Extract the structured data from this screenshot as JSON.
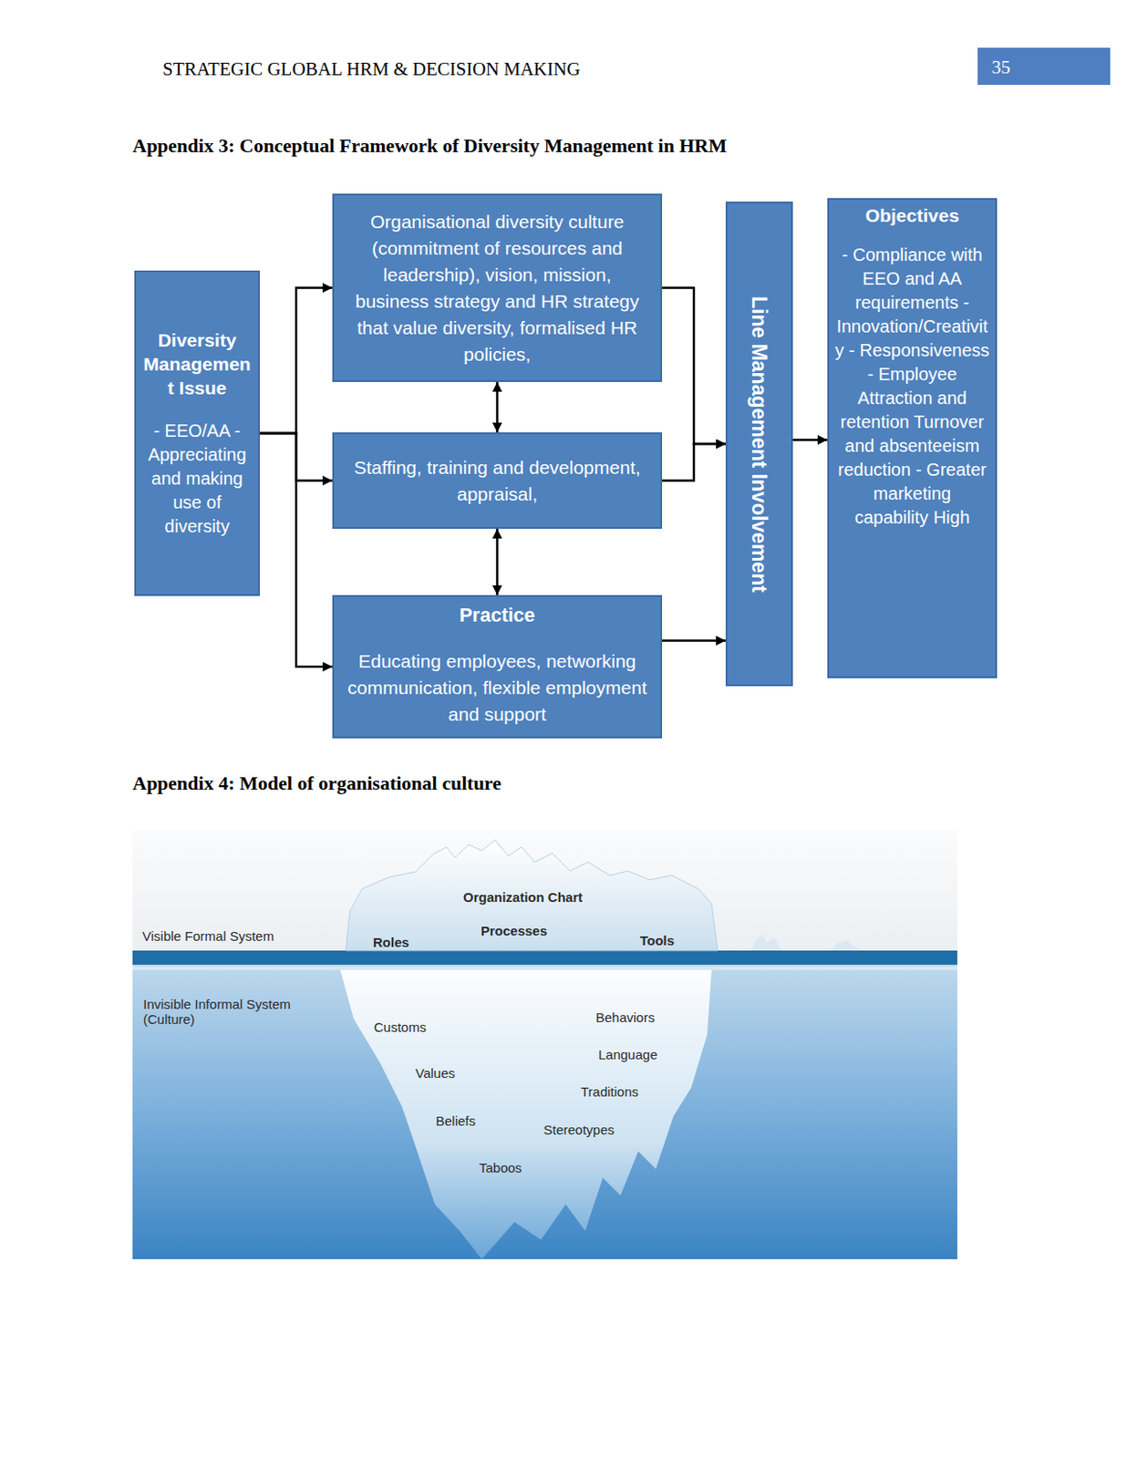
{
  "diagram": {
    "title": "Appendix 3: Conceptual Framework of Diversity Management in HRM",
    "nodes": [
      {
        "text": [
          "Diversity Management Issue",
          "- EEO/AA - Appreciating and making use of diversity"
        ]
      },
      {
        "text": [
          "Organisational diversity culture (commitment of resources and leadership), vision, mission, business strategy and HR strategy that value diversity, formalised HR policies,"
        ]
      },
      {
        "text": [
          "Staffing, training and development, appraisal,"
        ]
      },
      {
        "text": [
          "Practice",
          "Educating employees, networking communication, flexible employment and support"
        ]
      },
      {
        "text": [
          "Line Management Involvement"
        ]
      },
      {
        "text": [
          "Objectives",
          "- Compliance with EEO and AA requirements - Innovation/Creativity - Responsiveness - Employee Attraction and retention Turnover and absenteeism reduction - Greater marketing capability High"
        ]
      }
    ],
    "edges": [
      {
        "from": 0,
        "to": 1,
        "arrow": "to"
      },
      {
        "from": 0,
        "to": 2,
        "arrow": "to"
      },
      {
        "from": 0,
        "to": 3,
        "arrow": "to"
      },
      {
        "from": 1,
        "to": 2,
        "arrow": "both"
      },
      {
        "from": 2,
        "to": 3,
        "arrow": "both"
      },
      {
        "from": 1,
        "to": 4,
        "arrow": "to"
      },
      {
        "from": 2,
        "to": 4,
        "arrow": "to"
      },
      {
        "from": 3,
        "to": 4,
        "arrow": "to"
      },
      {
        "from": 4,
        "to": 5,
        "arrow": "to"
      }
    ],
    "labels": [
      "STRATEGIC GLOBAL HRM & DECISION MAKING",
      "35",
      "Appendix 4: Model of organisational culture",
      "Visible Formal System",
      "Organization Chart",
      "Processes",
      "Roles",
      "Tools",
      "Invisible Informal System (Culture)",
      "Customs",
      "Behaviors",
      "Language",
      "Values",
      "Traditions",
      "Beliefs",
      "Stereotypes",
      "Taboos"
    ]
  }
}
